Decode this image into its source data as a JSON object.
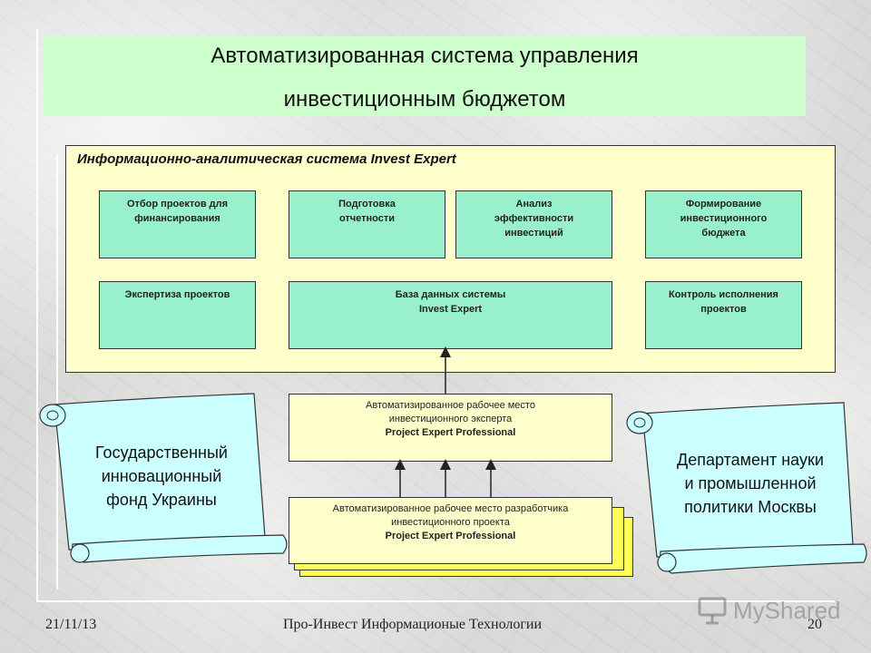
{
  "title": {
    "line1": "Автоматизированная система управления",
    "line2": "инвестиционным бюджетом"
  },
  "system": {
    "title": "Информационно-аналитическая система Invest Expert",
    "modules": [
      "Отбор проектов для\nфинансирования",
      "Подготовка\nотчетности",
      "Анализ\nэффективности\nинвестиций",
      "Формирование\nинвестиционного\nбюджета",
      "Экспертиза проектов",
      "База данных системы\nInvest Expert",
      "Контроль исполнения\nпроектов"
    ]
  },
  "expert_workstation": {
    "line1": "Автоматизированное рабочее место",
    "line2": "инвестиционного эксперта",
    "product": "Project Expert Professional"
  },
  "developer_workstation": {
    "line1": "Автоматизированное рабочее место разработчика",
    "line2": "инвестиционного проекта",
    "product": "Project Expert Professional"
  },
  "left_scroll": {
    "line1": "Государственный",
    "line2": "инновационный",
    "line3": "фонд Украины"
  },
  "right_scroll": {
    "line1": "Департамент науки",
    "line2": "и промышленной",
    "line3": "политики Москвы"
  },
  "footer": {
    "date": "21/11/13",
    "company": "Про-Инвест Информационые Технологии",
    "page": "20"
  },
  "watermark": "MyShared",
  "colors": {
    "title_bg": "#ccffcc",
    "system_bg": "#ffffcc",
    "module_bg": "#99f0cc",
    "scroll_bg": "#ccffff",
    "stack_bg": "#ffff55"
  }
}
